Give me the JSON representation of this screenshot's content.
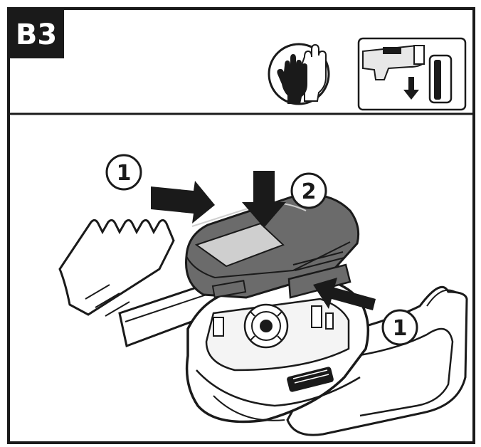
{
  "step": {
    "label": "B3"
  },
  "callouts": [
    {
      "number": "1"
    },
    {
      "number": "2"
    },
    {
      "number": "1"
    }
  ],
  "icons": {
    "gloves": "gloves-icon",
    "remove_battery": "remove-battery-icon"
  },
  "colors": {
    "ink": "#1a1a1a",
    "shade": "#6b6b6b",
    "light": "#cfcfcf",
    "paper": "#ffffff"
  }
}
